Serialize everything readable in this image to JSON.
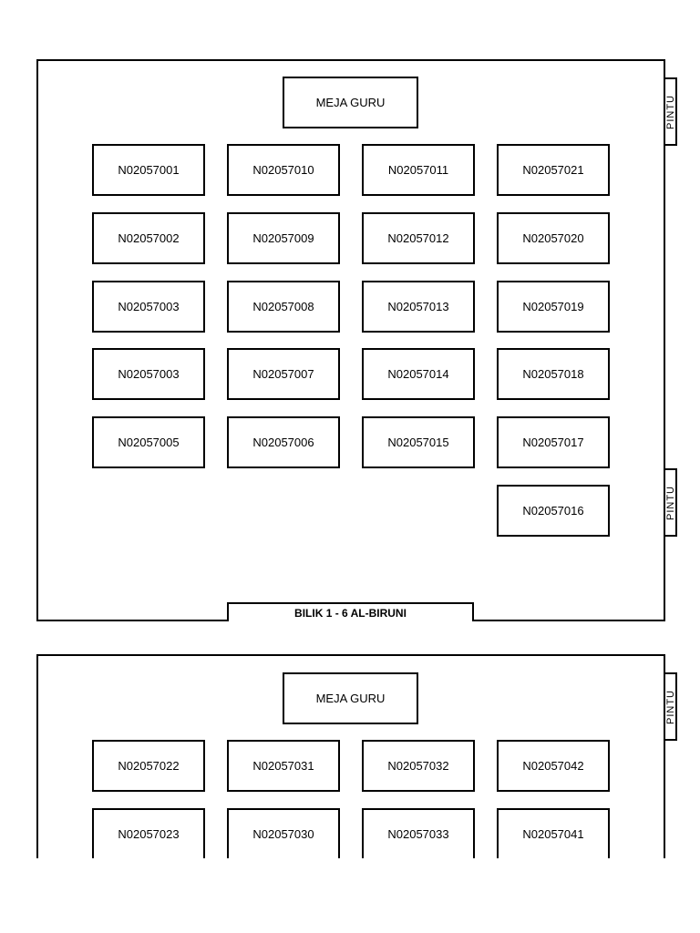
{
  "rooms": [
    {
      "teacher_desk": "MEJA GURU",
      "door_label": "PINTU",
      "room_label": "BILIK 1 - 6 AL-BIRUNI",
      "rows": [
        [
          "N02057001",
          "N02057010",
          "N02057011",
          "N02057021"
        ],
        [
          "N02057002",
          "N02057009",
          "N02057012",
          "N02057020"
        ],
        [
          "N02057003",
          "N02057008",
          "N02057013",
          "N02057019"
        ],
        [
          "N02057003",
          "N02057007",
          "N02057014",
          "N02057018"
        ],
        [
          "N02057005",
          "N02057006",
          "N02057015",
          "N02057017"
        ],
        [
          "",
          "",
          "",
          "N02057016"
        ]
      ]
    },
    {
      "teacher_desk": "MEJA GURU",
      "door_label": "PINTU",
      "rows": [
        [
          "N02057022",
          "N02057031",
          "N02057032",
          "N02057042"
        ],
        [
          "N02057023",
          "N02057030",
          "N02057033",
          "N02057041"
        ]
      ]
    }
  ]
}
